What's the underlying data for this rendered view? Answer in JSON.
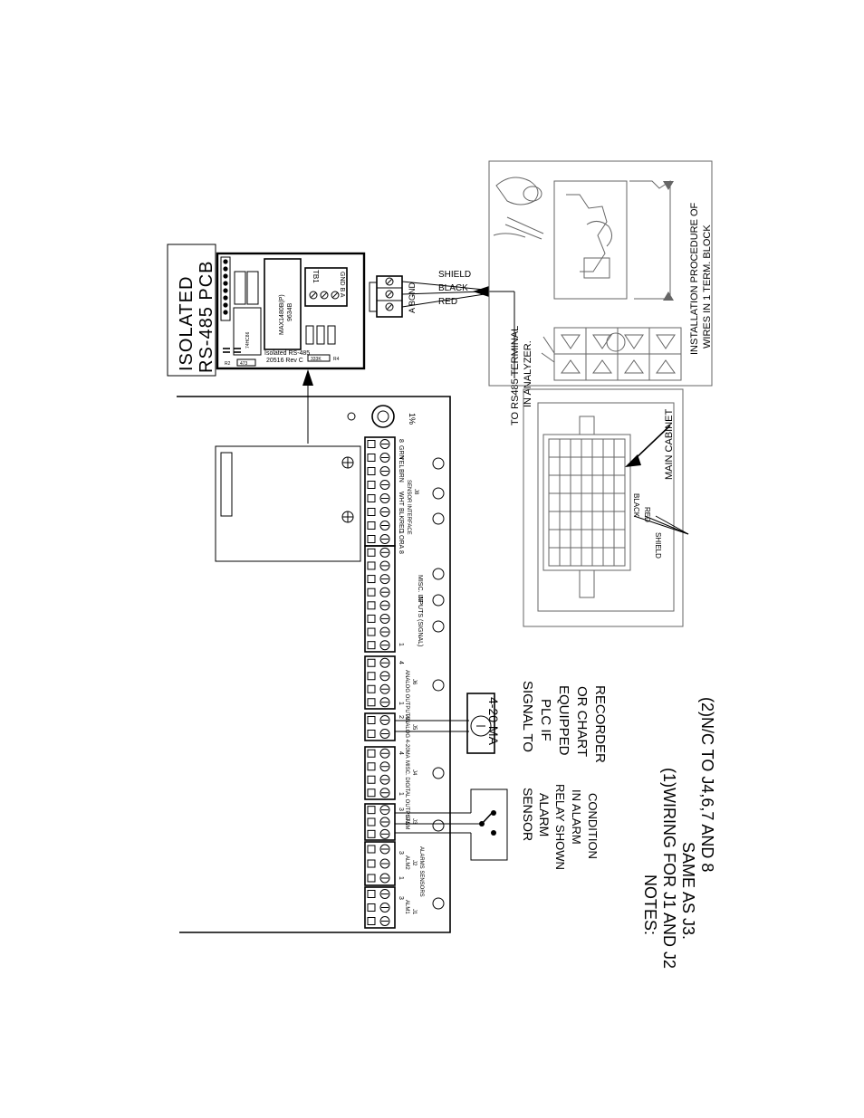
{
  "pcb": {
    "title_line1": "ISOLATED",
    "title_line2": "RS-485 PCB",
    "chip": "MAX1480B(P)",
    "chip2": "9634B",
    "board_name": "Isolated RS-485",
    "board_rev": "20516 Rev C",
    "tb_label": "TB1",
    "tb_pins": "GND B A",
    "r2": "R2",
    "r4": "R4",
    "r_val1": "473",
    "r_val2": "333K",
    "ic": "74HC86"
  },
  "terminal": {
    "pins": "A BGND"
  },
  "wires": {
    "shield": "SHIELD",
    "black": "BLACK",
    "red": "RED",
    "to_rs485_line1": "TO RS485 TERMINAL",
    "to_rs485_line2": "IN ANALYZER."
  },
  "install": {
    "line1": "INSTALLATION PROCEDURE OF",
    "line2": "WIRES IN 1 TERM. BLOCK"
  },
  "cabinet": {
    "label": "MAIN CABINET",
    "wire_black": "BLACK",
    "wire_red": "RED",
    "wire_shield": "SHIELD"
  },
  "board": {
    "j8_pins": [
      "GRN",
      "YEL",
      "BRN",
      "WHT",
      "BLK",
      "RED",
      "ORA"
    ],
    "j8_label": "SENSOR INTERFACE",
    "j8_sub": "J8",
    "j8_n8": "8",
    "j8_n1": "1",
    "j7_label": "MISC. INPUTS (SIGNAL)",
    "j7_sub": "J7",
    "j7_n8": "8",
    "j7_n1": "1",
    "j6_label": "ANALOG OUTPUTS",
    "j6_sub": "J6",
    "j6_n4": "4",
    "j6_n1": "1",
    "j5_label": "ANALOG 4-20MA",
    "j5_sub": "J5",
    "j5_n2": "2",
    "j4_label": "MISC. DIGITAL OUTPUTS",
    "j4_sub": "J4",
    "j4_n4": "4",
    "j4_n1": "1",
    "j3_label": "SALM",
    "j3_sub": "J3",
    "j3_n3": "3",
    "j2_label": "ALM2",
    "j2_sub": "J2",
    "j1_label": "ALM1",
    "j1_sub": "J1",
    "alarms_label": "ALARMS SENSORS",
    "pct_label": "1%",
    "n3": "3",
    "n1": "1"
  },
  "meter": {
    "label": "4-20 MA"
  },
  "signal_note": {
    "line1": "SIGNAL TO",
    "line2": "PLC IF",
    "line3": "EQUIPPED",
    "line4": "OR CHART",
    "line5": "RECORDER"
  },
  "alarm_note": {
    "line1": "SENSOR",
    "line2": "ALARM",
    "line3": "RELAY SHOWN",
    "line4": "IN ALARM",
    "line5": "CONDITION"
  },
  "notes": {
    "header": "NOTES:",
    "line1": "(1)WIRING FOR J1 AND J2",
    "line2": "SAME AS J3.",
    "line3": "(2)N/C TO J4,6,7 AND 8"
  }
}
